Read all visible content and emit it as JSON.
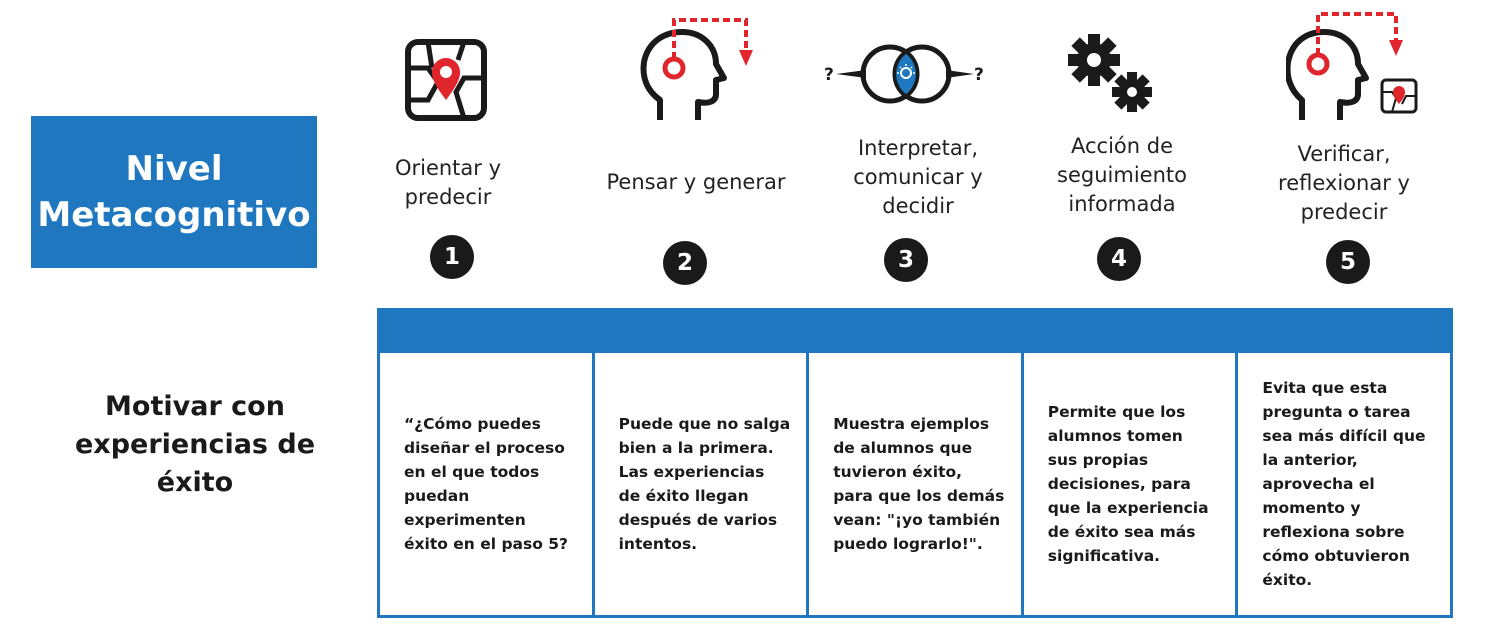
{
  "nivel": {
    "line1": "Nivel",
    "line2": "Metacognitivo"
  },
  "steps": [
    {
      "number": "1",
      "label": "Orientar y\npredecir",
      "icon": "map-pin-icon"
    },
    {
      "number": "2",
      "label": "Pensar y generar",
      "icon": "head-thinking-icon"
    },
    {
      "number": "3",
      "label": "Interpretar,\ncomunicar y\ndecidir",
      "icon": "interpret-eye-icon"
    },
    {
      "number": "4",
      "label": "Acción de\nseguimiento\ninformada",
      "icon": "gears-icon"
    },
    {
      "number": "5",
      "label": "Verificar,\nreflexionar y\npredecir",
      "icon": "head-verify-icon"
    }
  ],
  "row_label": "Motivar con\nexperiencias de\néxito",
  "cells": [
    "“¿Cómo puedes\ndiseñar el proceso\nen el que todos\npuedan\nexperimenten\néxito en el paso 5?",
    "Puede que no salga\nbien a la primera.\nLas experiencias\nde éxito llegan\ndespués de varios\nintentos.",
    "Muestra ejemplos\nde alumnos que\ntuvieron éxito,\npara que los demás\nvean: \"¡yo también\npuedo lograrlo!\".",
    "Permite que los\nalumnos tomen\nsus propias\ndecisiones, para\nque la experiencia\nde éxito sea más\nsignificativa.",
    "Evita que esta\npregunta o tarea\nsea más difícil que\nla anterior,\naprovecha el\nmomento y\nreflexiona sobre\ncómo obtuvieron\néxito."
  ],
  "colors": {
    "blue": "#1f77c0",
    "red": "#e0252c",
    "dark": "#1a1a1a"
  }
}
